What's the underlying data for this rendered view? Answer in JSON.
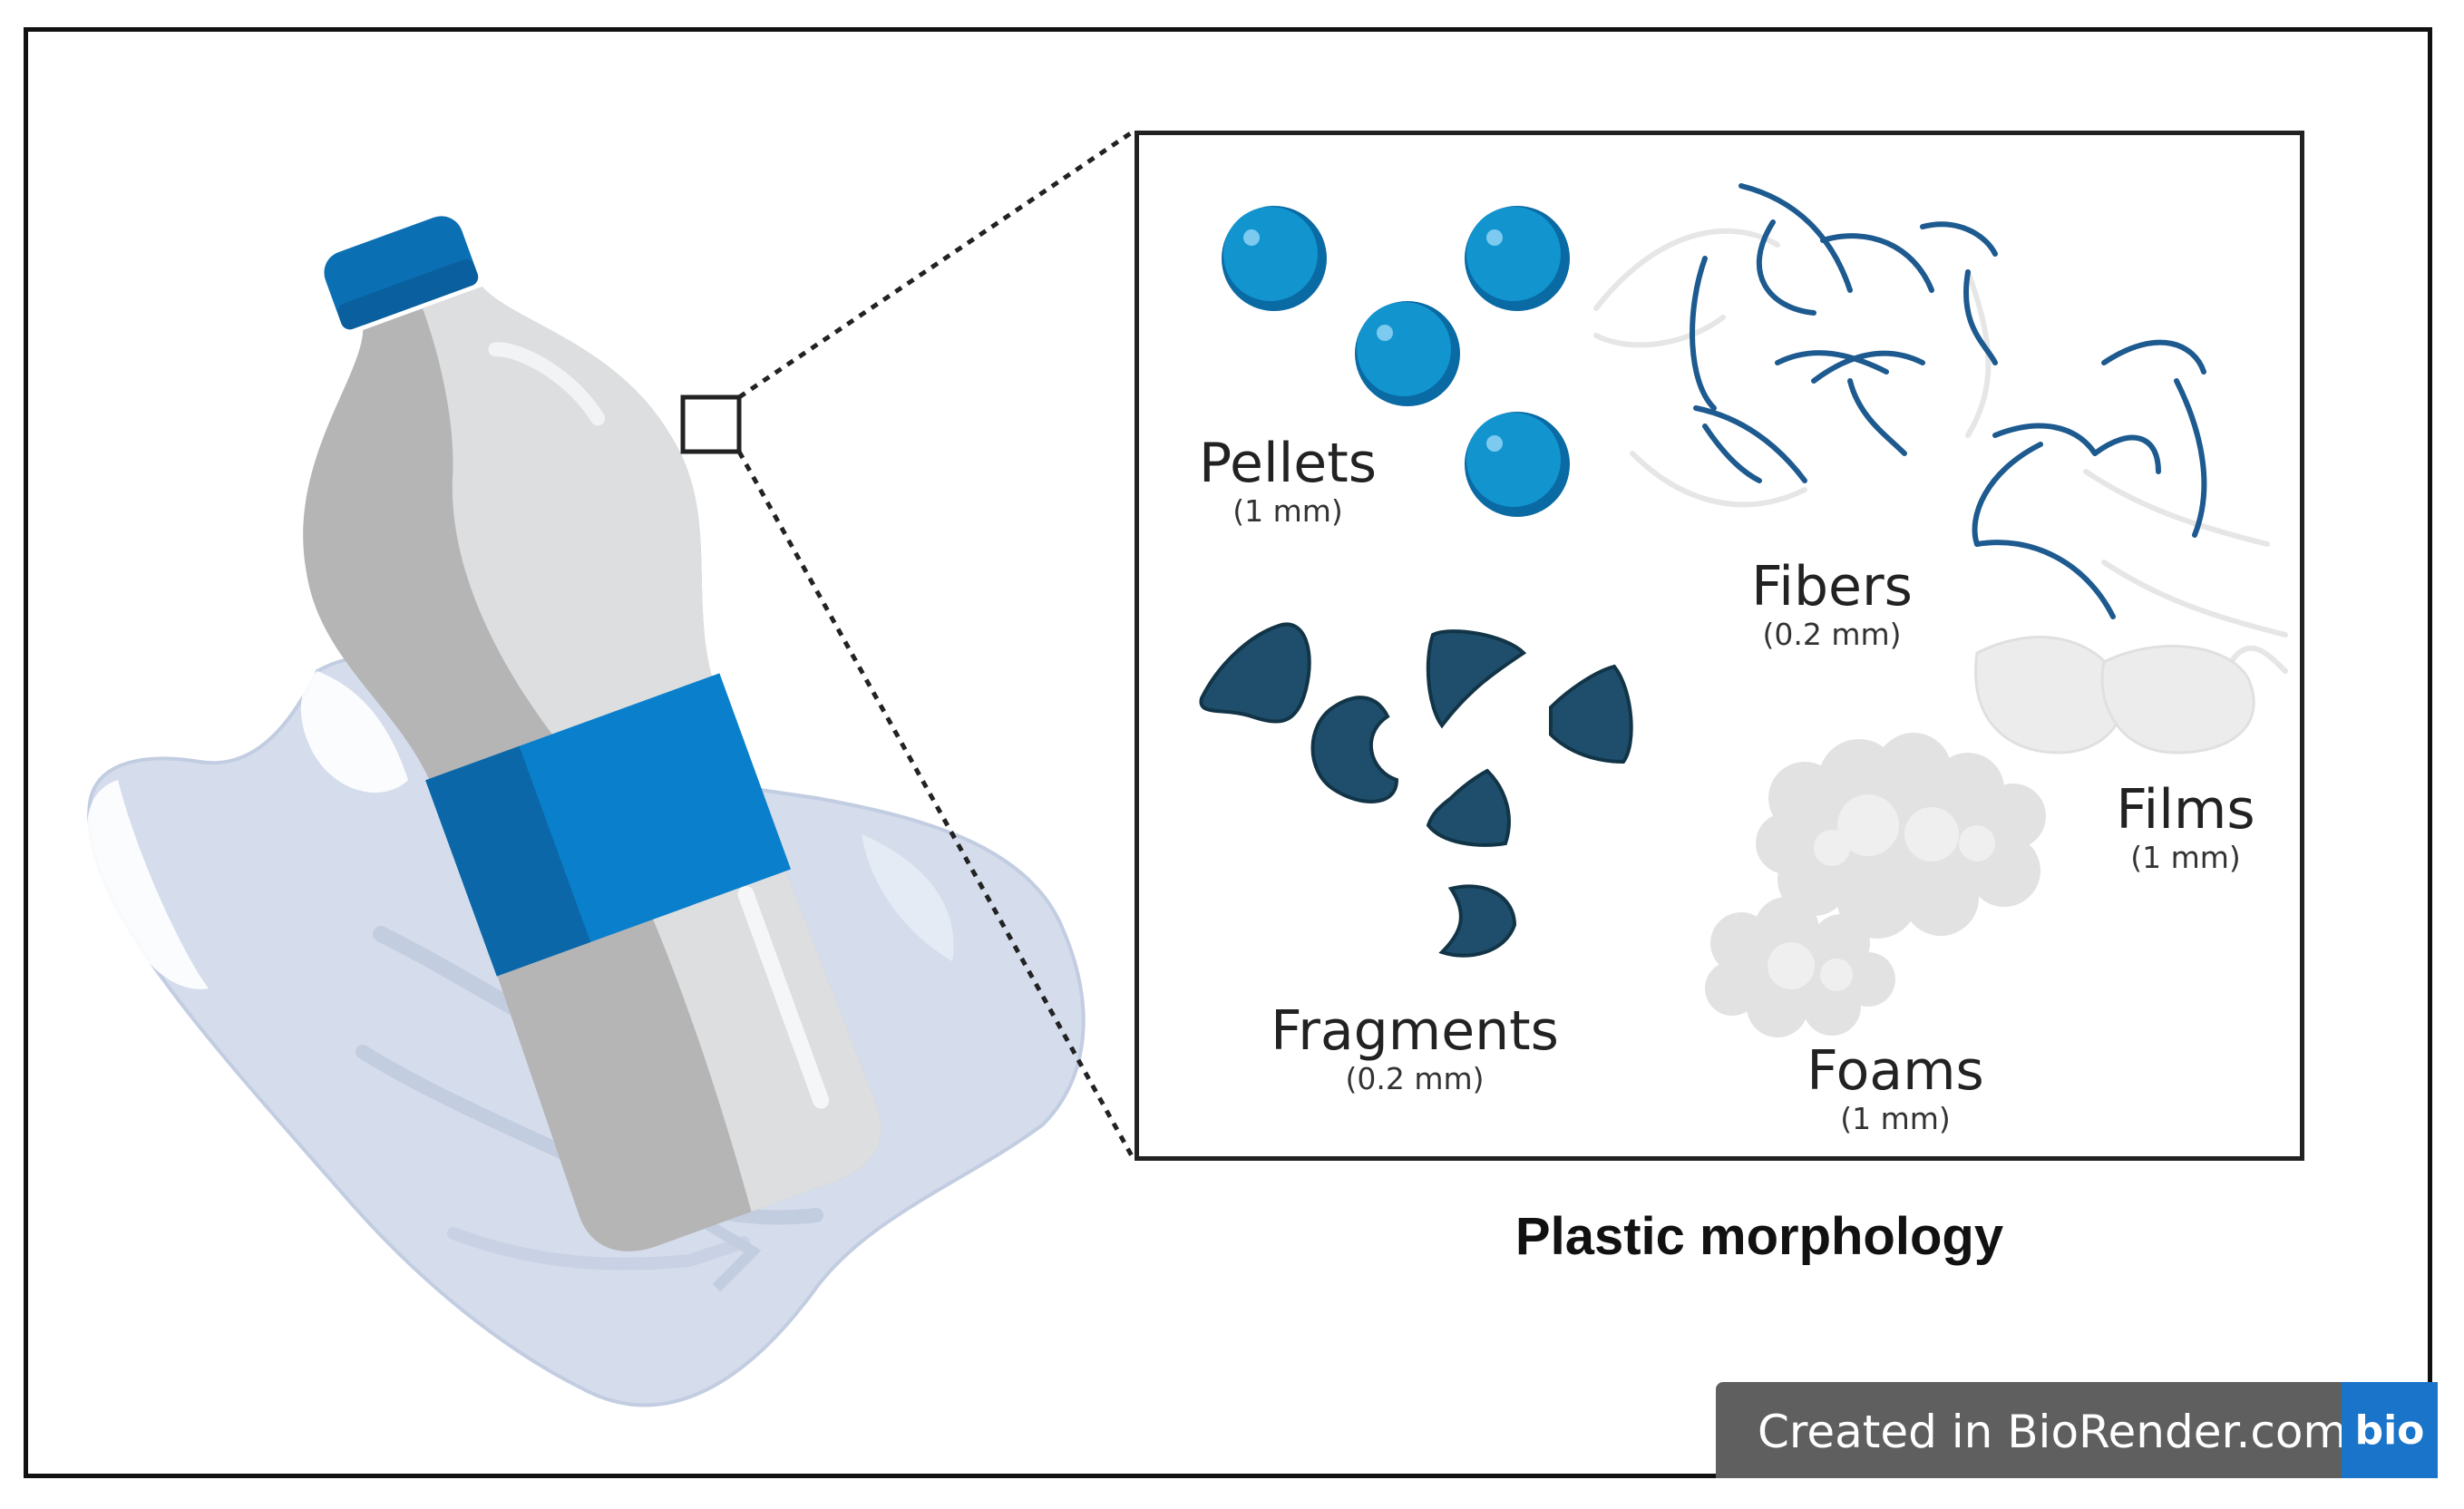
{
  "figure": {
    "title": "Plastic morphology",
    "categories": [
      {
        "name": "Pellets",
        "size": "(1 mm)"
      },
      {
        "name": "Fibers",
        "size": "(0.2 mm)"
      },
      {
        "name": "Films",
        "size": "(1 mm)"
      },
      {
        "name": "Fragments",
        "size": "(0.2 mm)"
      },
      {
        "name": "Foams",
        "size": "(1 mm)"
      }
    ]
  },
  "watermark": {
    "text": "Created in BioRender.com",
    "logo": "bio"
  },
  "colors": {
    "pellet": "#1294cf",
    "fiber": "#1d5a8f",
    "fragment": "#1e4e6b",
    "bottle_cap": "#0b6fb3",
    "label_band": "#0a7fcc",
    "bag": "#d9e1ef"
  }
}
